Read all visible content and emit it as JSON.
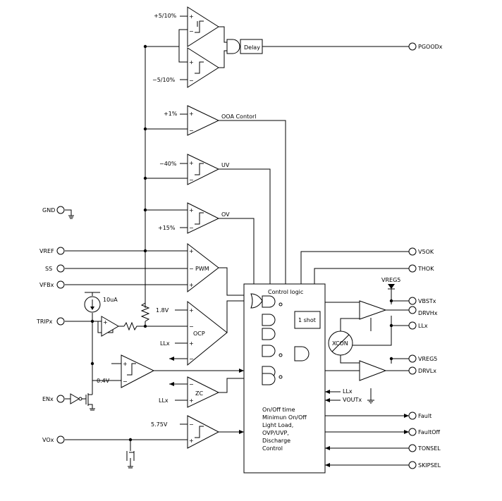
{
  "comparators": {
    "pgood_hi": {
      "ref": "+5/10%",
      "plus": "+",
      "minus": "−"
    },
    "pgood_lo": {
      "ref": "−5/10%",
      "plus": "+",
      "minus": "−"
    },
    "ooa": {
      "ref": "+1%",
      "plus": "+",
      "minus": "−",
      "out": "OOA Contorl"
    },
    "uv": {
      "ref": "−40%",
      "plus": "+",
      "minus": "−",
      "out": "UV"
    },
    "ov": {
      "ref": "+15%",
      "plus": "+",
      "minus": "−",
      "out": "OV"
    },
    "pwm": {
      "label": "PWM",
      "plus": "+",
      "minus": "−",
      "plus2": "+"
    },
    "ocp": {
      "label": "OCP",
      "ref": "1.8V",
      "in": "LLx",
      "plus": "+",
      "minus": "−",
      "plus2": "+",
      "minus2": "−"
    },
    "zc": {
      "label": "ZC",
      "in": "LLx",
      "plus": "+",
      "minus": "−"
    },
    "en": {
      "ref": "0.4V",
      "plus": "+",
      "minus": "−"
    },
    "vo": {
      "ref": "5.75V",
      "plus": "+",
      "minus": "−"
    }
  },
  "blocks": {
    "delay": "Delay",
    "control_logic": "Control logic",
    "one_shot": "1 shot",
    "xcon": "XCON",
    "current_source": "10uA",
    "vreg5_top": "VREG5",
    "control_text": [
      "On/Off time",
      "Minimun On/Off",
      "Light Load,",
      "OVP/UVP,",
      "Discharge",
      "Control"
    ],
    "inner_inputs": [
      "LLx",
      "VOUTx"
    ]
  },
  "pins_left": [
    "GND",
    "VREF",
    "SS",
    "VFBx",
    "TRIPx",
    "ENx",
    "VOx"
  ],
  "pins_right": [
    "PGOODx",
    "V5OK",
    "THOK",
    "VBSTx",
    "DRVHx",
    "LLx",
    "VREG5",
    "DRVLx",
    "Fault",
    "FaultOff",
    "TONSEL",
    "SKIPSEL"
  ]
}
